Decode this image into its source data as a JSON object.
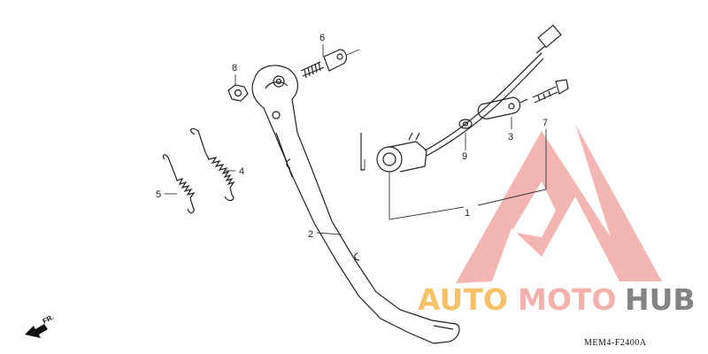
{
  "callouts": [
    {
      "id": "1",
      "text": "1"
    },
    {
      "id": "2",
      "text": "2"
    },
    {
      "id": "3",
      "text": "3"
    },
    {
      "id": "4",
      "text": "4"
    },
    {
      "id": "5",
      "text": "5"
    },
    {
      "id": "6",
      "text": "6"
    },
    {
      "id": "7",
      "text": "7"
    },
    {
      "id": "8",
      "text": "8"
    },
    {
      "id": "9",
      "text": "9"
    }
  ],
  "direction_marker": {
    "text": "FR.",
    "icon": "arrow-icon"
  },
  "diagram_code": "MEM4-F2400A",
  "watermark": {
    "auto": "AUTO",
    "moto": "MOTO",
    "hub": "HUB",
    "colors": {
      "logo": "#f2a9a4",
      "auto": "#f5b84e",
      "moto": "#f2a9a4",
      "hub": "#666666"
    }
  }
}
